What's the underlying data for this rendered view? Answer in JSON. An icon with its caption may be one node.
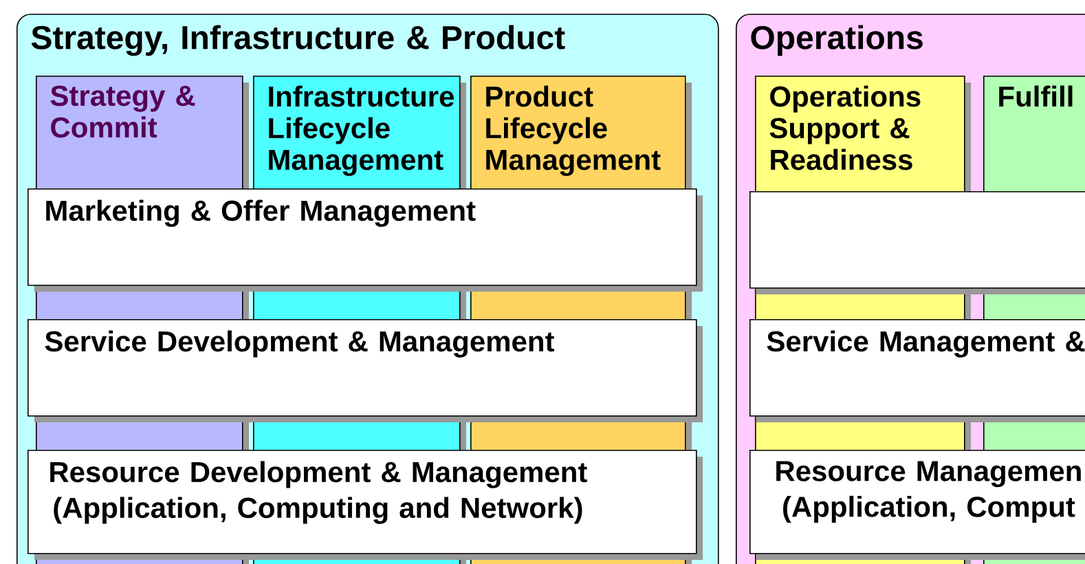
{
  "diagram": {
    "nodes": [
      {
        "text": [
          "Strategy, Infrastructure & Product"
        ]
      },
      {
        "text": [
          "Strategy & Commit"
        ],
        "in": 0
      },
      {
        "text": [
          "Infrastructure Lifecycle Management"
        ],
        "in": 0
      },
      {
        "text": [
          "Product Lifecycle Management"
        ],
        "in": 0
      },
      {
        "text": [
          "Marketing & Offer Management"
        ],
        "in": 0
      },
      {
        "text": [
          "Service Development & Management"
        ],
        "in": 0
      },
      {
        "text": [
          "Resource Development & Management (Application, Computing and Network)"
        ],
        "in": 0
      },
      {
        "text": [
          "Operations"
        ]
      },
      {
        "text": [
          "Operations Support & Readiness"
        ],
        "in": 7
      },
      {
        "text": [
          "Fulfill"
        ],
        "in": 7
      },
      {
        "text": [],
        "shape": "box",
        "in": 7
      },
      {
        "text": [
          "Service Management &"
        ],
        "in": 7
      },
      {
        "text": [
          "Resource Managemen (Application, Comput"
        ],
        "in": 7
      }
    ]
  }
}
